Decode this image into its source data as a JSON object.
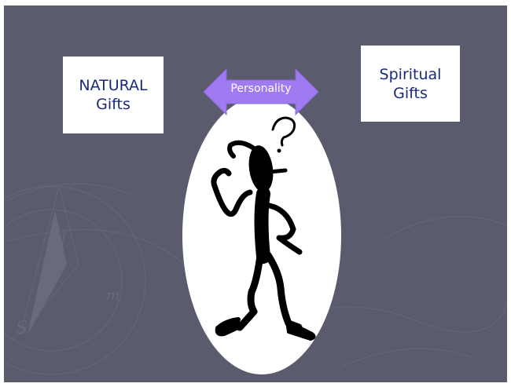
{
  "natural_box": {
    "line1": "NATURAL",
    "line2": "Gifts"
  },
  "spiritual_box": {
    "line1": "Spiritual",
    "line2": "Gifts"
  },
  "arrow": {
    "label": "Personality",
    "color": "#a07af0"
  },
  "colors": {
    "background": "#5a5c6d",
    "box_text": "#1a2a7a",
    "oval": "#ffffff",
    "figure": "#000000"
  },
  "icons": [
    "thinking-stick-figure-icon",
    "question-mark-icon",
    "compass-icon"
  ]
}
